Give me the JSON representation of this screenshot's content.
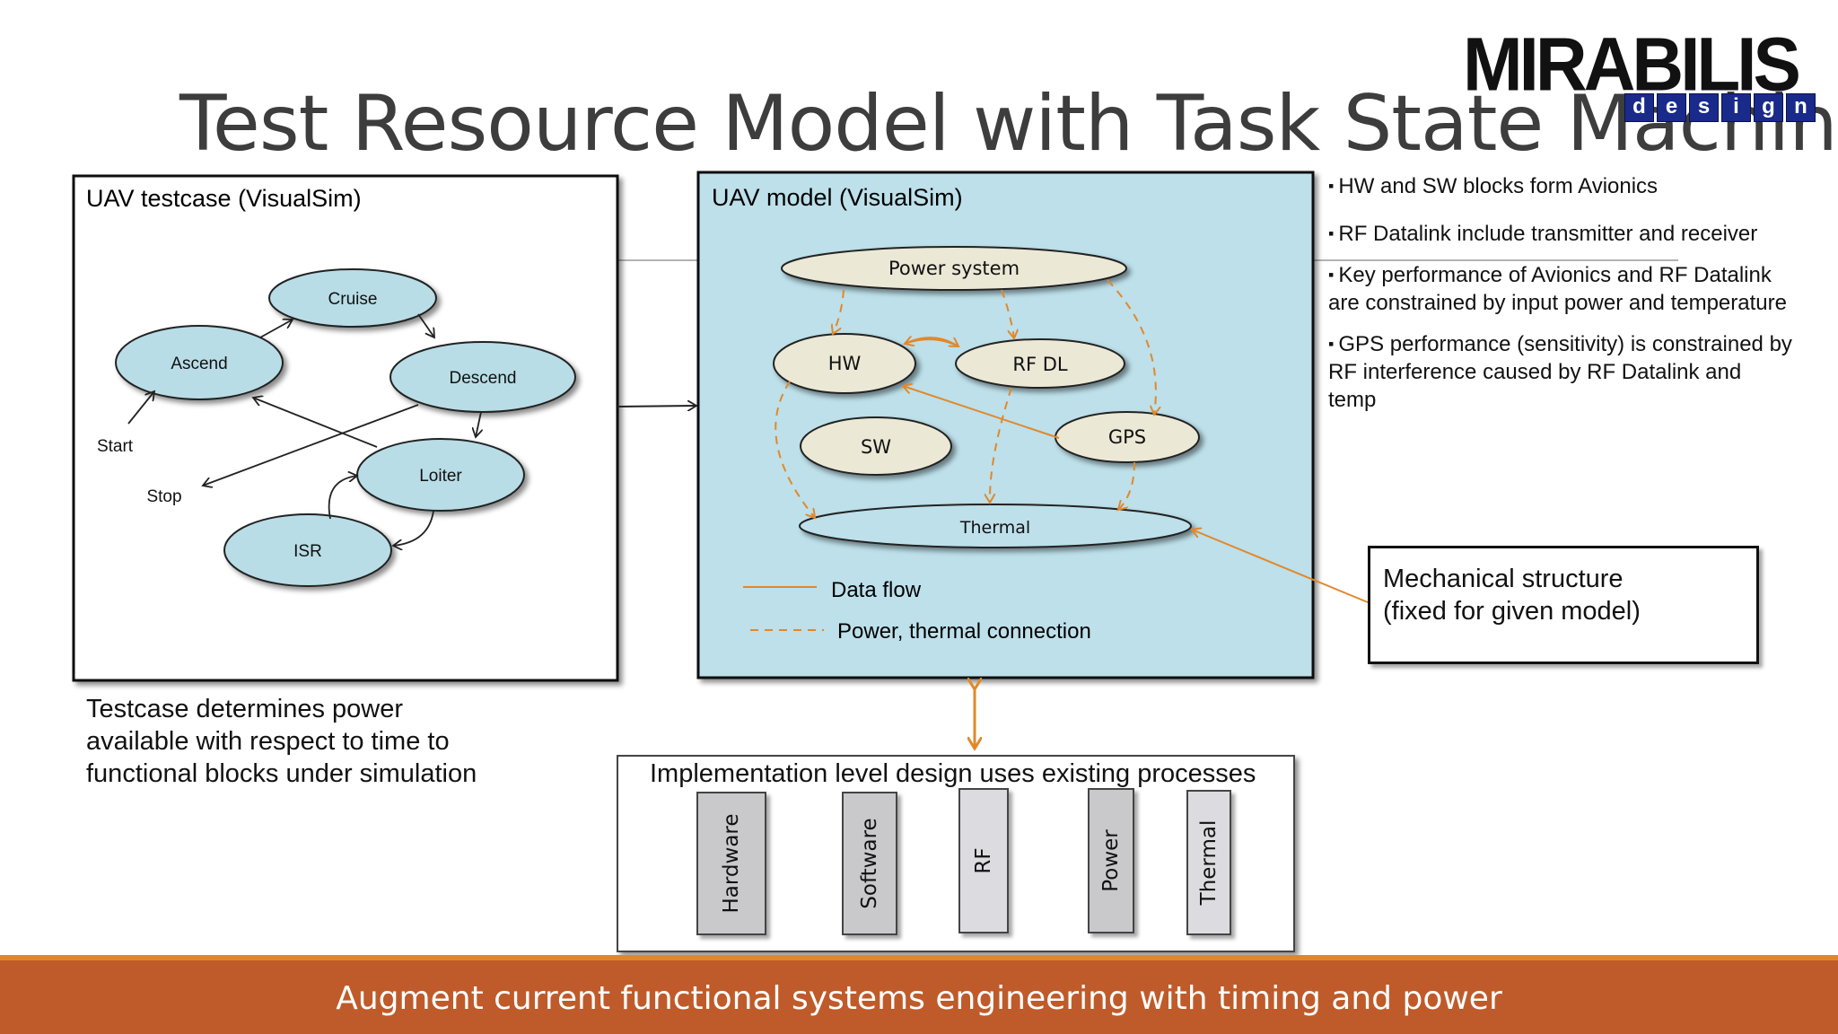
{
  "slide": {
    "title": "Test Resource Model with Task State Machine",
    "logo": {
      "name": "MIRABILIS",
      "sub_letters": [
        "d",
        "e",
        "s",
        "i",
        "g",
        "n"
      ]
    },
    "footer": "Augment current functional systems engineering with timing and power"
  },
  "testcase_box": {
    "title": "UAV testcase (VisualSim)",
    "states": {
      "cruise": "Cruise",
      "ascend": "Ascend",
      "descend": "Descend",
      "loiter": "Loiter",
      "isr": "ISR"
    },
    "start_label": "Start",
    "stop_label": "Stop",
    "note": [
      "Testcase determines power",
      "available with respect to time to",
      "functional blocks under simulation"
    ]
  },
  "model_box": {
    "title": "UAV model (VisualSim)",
    "nodes": {
      "power": "Power system",
      "hw": "HW",
      "rfdl": "RF DL",
      "sw": "SW",
      "gps": "GPS",
      "thermal": "Thermal"
    },
    "legend": {
      "data_flow": "Data flow",
      "power_thermal": "Power, thermal connection"
    },
    "colors": {
      "box_fill": "#bde0ea",
      "node_fill": "#ebe8d6",
      "accent": "#e2882a"
    }
  },
  "bullets": [
    "HW and SW blocks form Avionics",
    "RF Datalink include transmitter and receiver",
    "Key performance of Avionics and RF Datalink are constrained by input power and temperature",
    "GPS performance (sensitivity) is constrained by RF interference caused by RF Datalink and temp"
  ],
  "mechanical": {
    "line1": "Mechanical structure",
    "line2": "(fixed for given model)"
  },
  "implementation": {
    "title": "Implementation level design uses existing processes",
    "bars": [
      {
        "label": "Hardware",
        "color": "#c9c9cc"
      },
      {
        "label": "Software",
        "color": "#c9c9cc"
      },
      {
        "label": "RF",
        "color": "#dcdce0"
      },
      {
        "label": "Power",
        "color": "#c9c9cc"
      },
      {
        "label": "Thermal",
        "color": "#dcdce0"
      }
    ]
  }
}
